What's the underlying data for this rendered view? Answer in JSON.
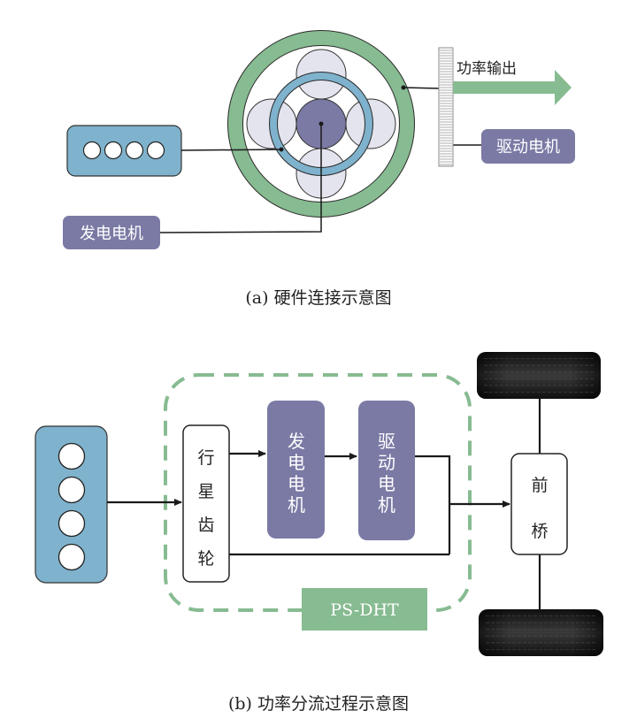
{
  "figure_a": {
    "caption": "(a)  硬件连接示意图",
    "labels": {
      "power_output": "功率输出",
      "drive_motor": "驱动电机",
      "generator": "发电电机"
    },
    "engine_cylinders": 4,
    "planet_gears": 4
  },
  "figure_b": {
    "caption": "(b)  功率分流过程示意图",
    "engine_cylinders": 4,
    "planetary_gear_chars": [
      "行",
      "星",
      "齿",
      "轮"
    ],
    "generator_chars": [
      "发",
      "电",
      "电",
      "机"
    ],
    "drive_motor_chars": [
      "驱",
      "动",
      "电",
      "机"
    ],
    "front_axle_chars": [
      "前",
      "桥"
    ],
    "module_label": "PS-DHT"
  },
  "colors": {
    "engine_blue": "#7fb2cc",
    "motor_purple": "#7b7aa5",
    "ring_green": "#87bb91",
    "planet_gray": "#e3e4ee",
    "dash_green": "#87bb91",
    "line": "#1a1a1a",
    "tire": "#1c1c1c"
  }
}
